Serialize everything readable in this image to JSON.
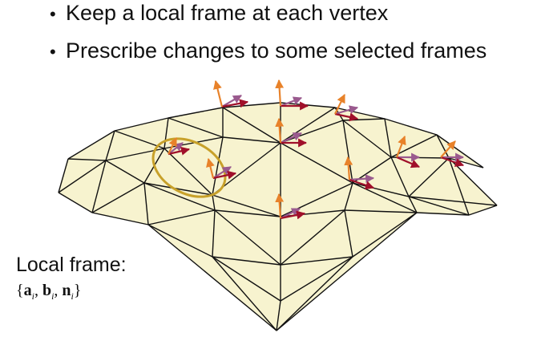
{
  "bullets": [
    "Keep a local frame at each vertex",
    "Prescribe changes to some selected frames"
  ],
  "caption": {
    "label": "Local frame:",
    "open": "{",
    "a": "a",
    "b": "b",
    "n": "n",
    "sub": "i",
    "sep": ", ",
    "close": "}"
  },
  "colors": {
    "mesh_fill": "#f7f3cf",
    "mesh_edge": "#111111",
    "normal_arrow": "#e8822a",
    "tangent_a_arrow": "#a0102a",
    "tangent_b_arrow": "#9a5a8e",
    "selection_loop": "#c8a12a"
  },
  "icons": {
    "bullet": "bullet-dot-icon",
    "frame": "frame-axes-icon"
  }
}
